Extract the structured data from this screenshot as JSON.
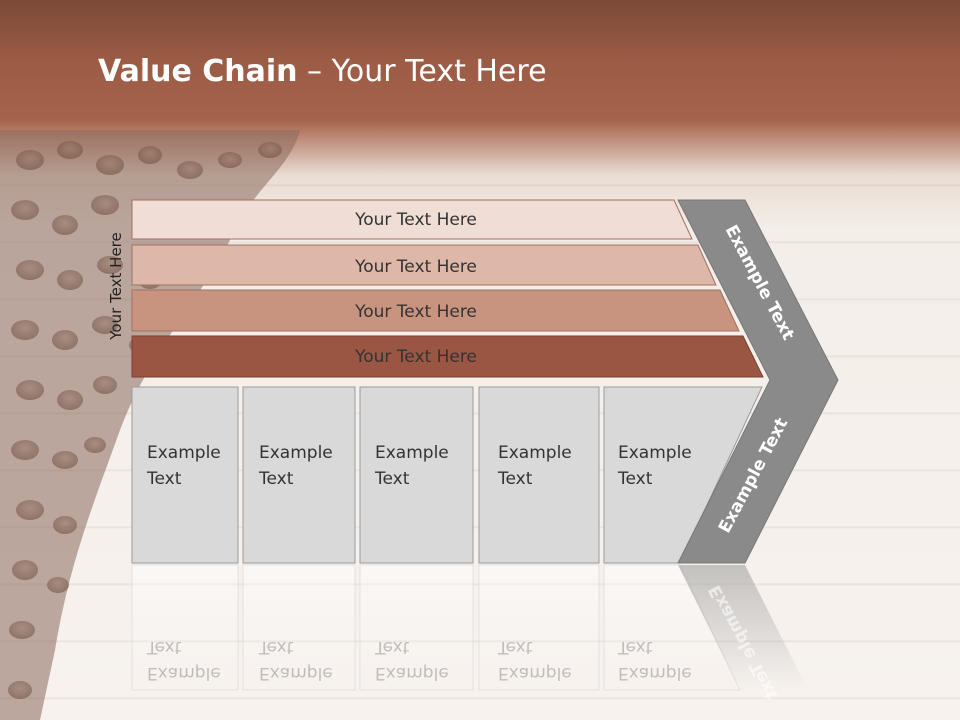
{
  "title": {
    "bold": "Value Chain",
    "rest": " – Your Text Here"
  },
  "side_label": "Your Text Here",
  "bands": [
    {
      "label": "Your Text Here",
      "color": "#f0ddd5"
    },
    {
      "label": "Your Text Here",
      "color": "#ddb7a8"
    },
    {
      "label": "Your Text Here",
      "color": "#c89480"
    },
    {
      "label": "Your Text Here",
      "color": "#9a5643"
    }
  ],
  "boxes": [
    {
      "line1": "Example",
      "line2": "Text"
    },
    {
      "line1": "Example",
      "line2": "Text"
    },
    {
      "line1": "Example",
      "line2": "Text"
    },
    {
      "line1": "Example",
      "line2": "Text"
    },
    {
      "line1": "Example",
      "line2": "Text"
    }
  ],
  "chevron": {
    "top_label": "Example Text",
    "bottom_label": "Example Text",
    "color": "#8a8a8a"
  },
  "colors": {
    "box_fill": "#d9d9d9",
    "box_stroke": "#9a9a9a",
    "header": "#9b5b45"
  }
}
